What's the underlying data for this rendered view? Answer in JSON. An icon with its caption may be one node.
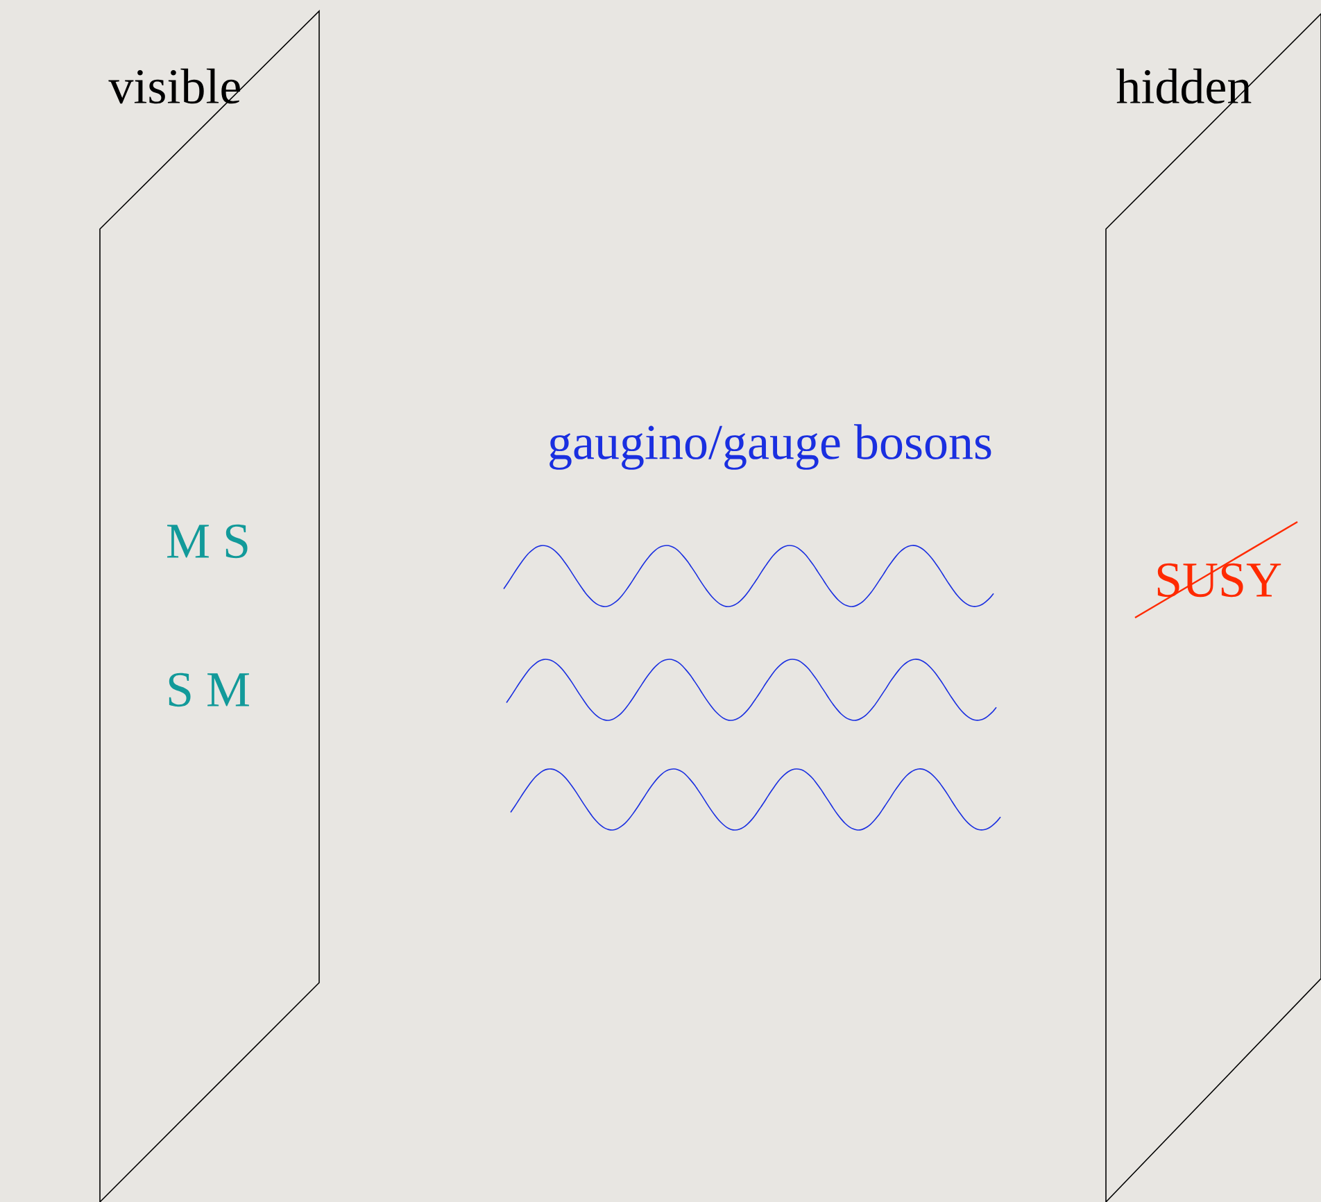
{
  "diagram": {
    "nodes": [
      {
        "text": [
          "visible",
          "M S",
          "S M"
        ]
      },
      {
        "text": [
          "hidden",
          "SUSY"
        ]
      }
    ],
    "labels": [
      "gaugino/gauge bosons"
    ]
  }
}
